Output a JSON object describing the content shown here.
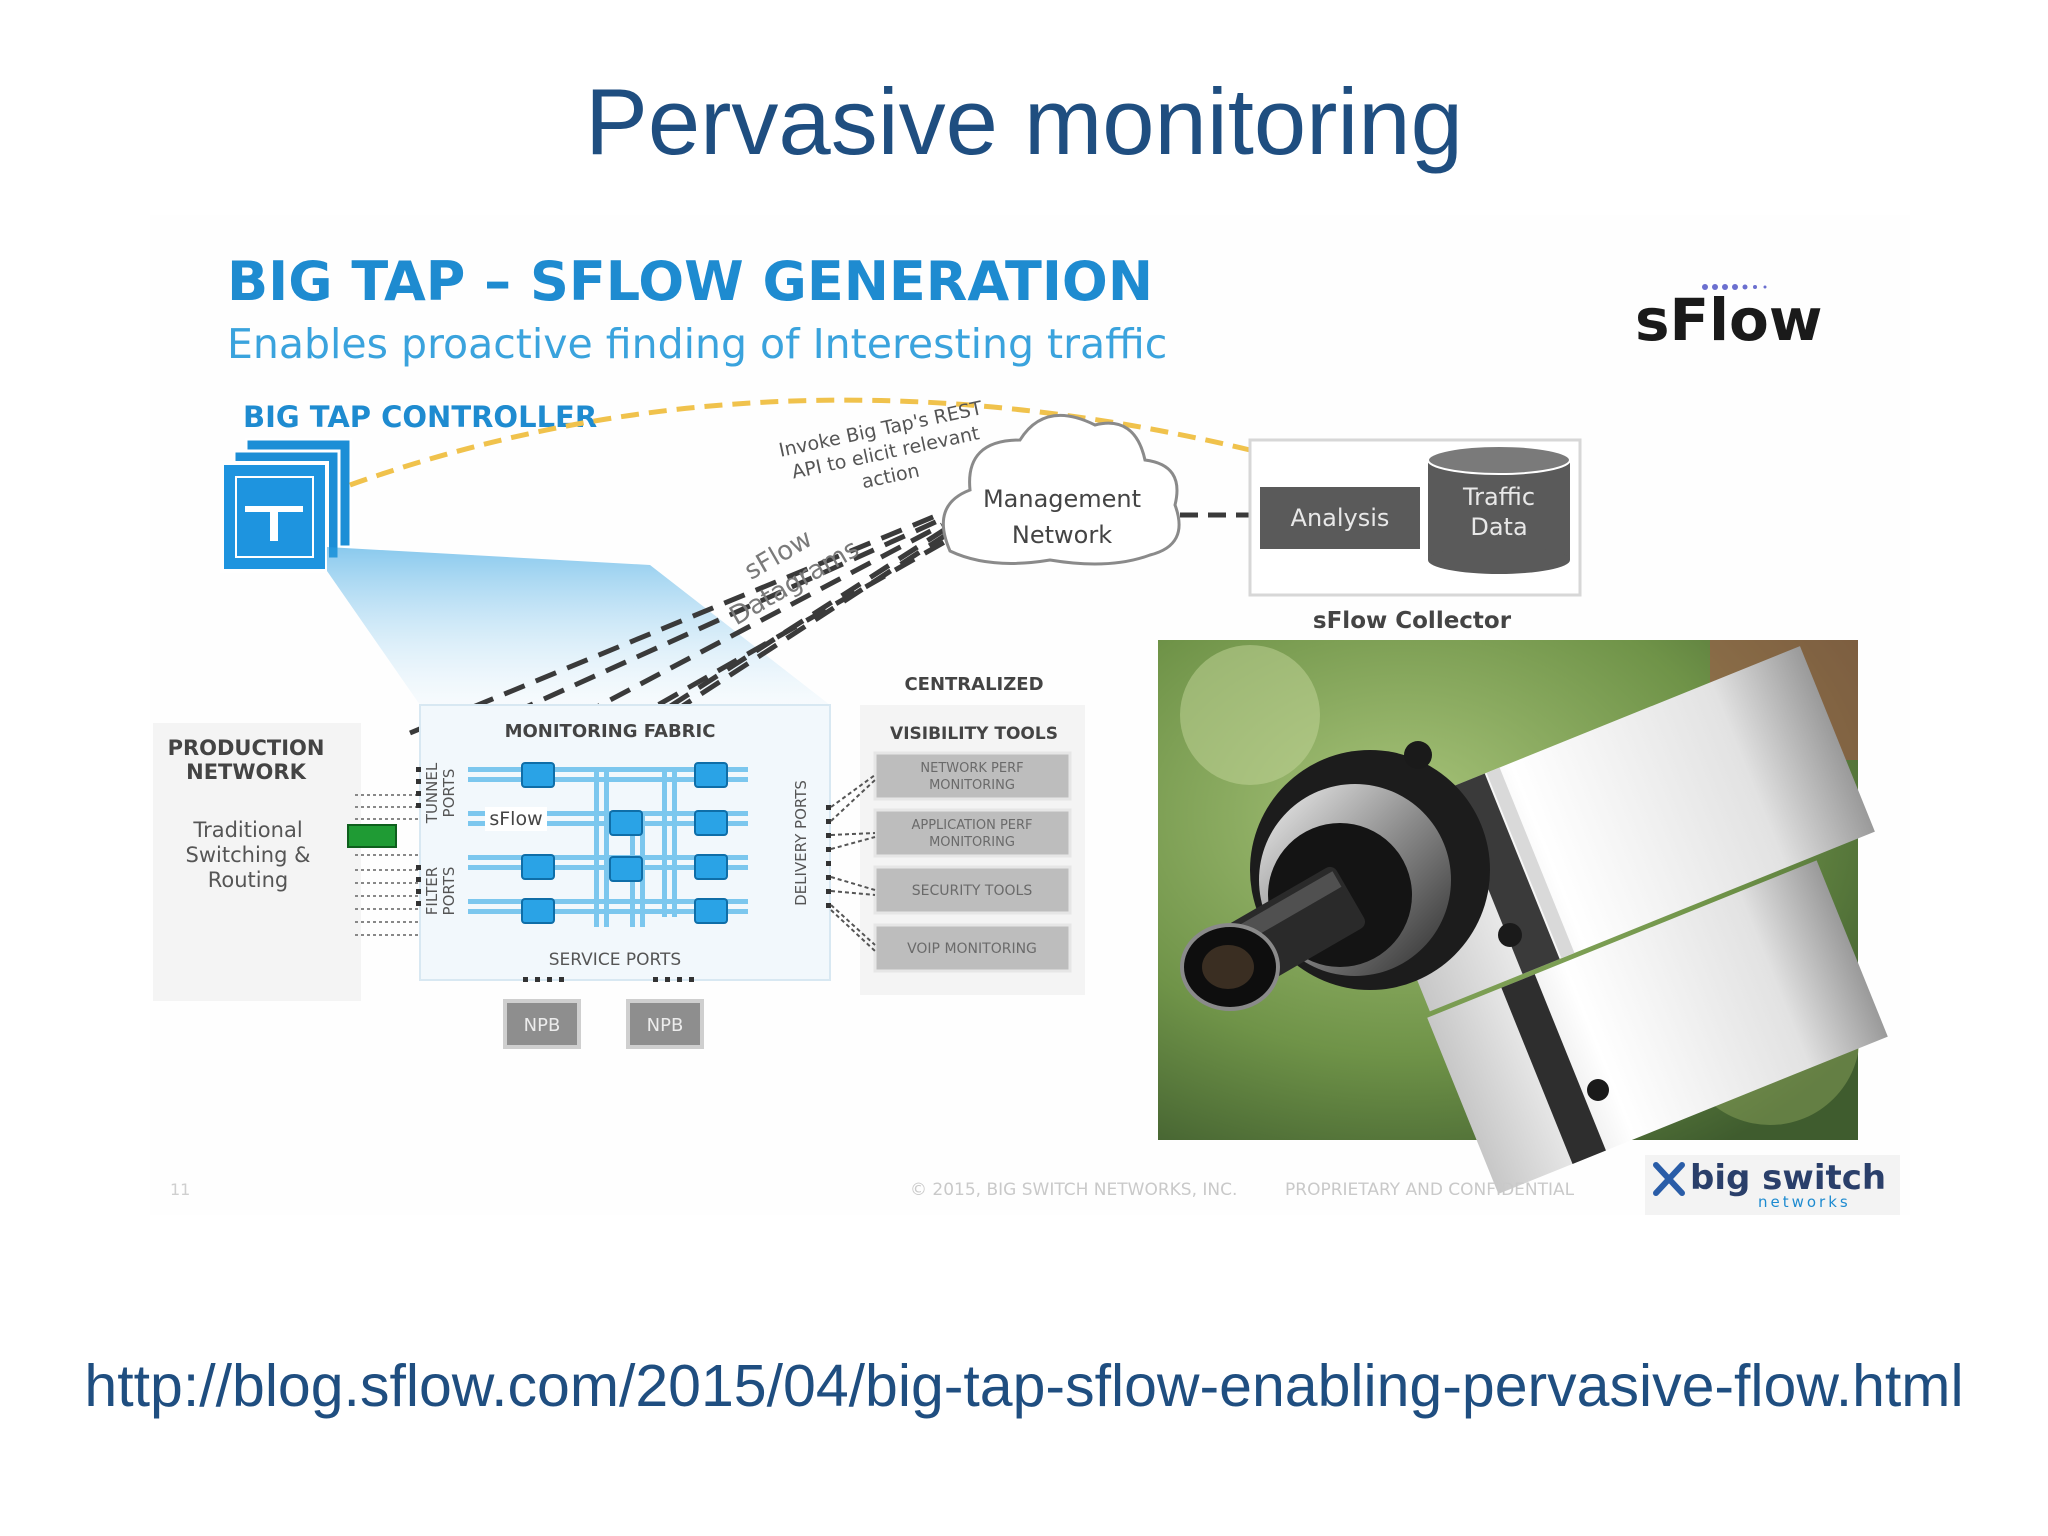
{
  "slide": {
    "title": "Pervasive monitoring",
    "url": "http://blog.sflow.com/2015/04/big-tap-sflow-enabling-pervasive-flow.html"
  },
  "diagram": {
    "heading": "BIG TAP – SFLOW GENERATION",
    "subheading": "Enables proactive finding of Interesting traffic",
    "sflow_logo": "sFlow",
    "controller_label": "BIG TAP CONTROLLER",
    "rest_note": [
      "Invoke Big Tap's REST",
      "API to elicit relevant",
      "action"
    ],
    "datagrams_label": [
      "sFlow",
      "Datagrams"
    ],
    "management_network": [
      "Management",
      "Network"
    ],
    "analysis": "Analysis",
    "traffic_data": [
      "Traffic",
      "Data"
    ],
    "collector_label": "sFlow Collector",
    "production_network": [
      "PRODUCTION",
      "NETWORK"
    ],
    "traditional": [
      "Traditional",
      "Switching &",
      "Routing"
    ],
    "monitoring_fabric": "MONITORING FABRIC",
    "tunnel_ports": [
      "TUNNEL",
      "PORTS"
    ],
    "filter_ports": [
      "FILTER",
      "PORTS"
    ],
    "delivery_ports": "DELIVERY PORTS",
    "service_ports": "SERVICE PORTS",
    "sflow_tag": "sFlow",
    "npb": [
      "NPB",
      "NPB"
    ],
    "centralized": "CENTRALIZED",
    "visibility_tools": "VISIBILITY TOOLS",
    "tools": [
      [
        "NETWORK PERF",
        "MONITORING"
      ],
      [
        "APPLICATION PERF",
        "MONITORING"
      ],
      [
        "SECURITY TOOLS"
      ],
      [
        "VOIP MONITORING"
      ]
    ],
    "page_number": "11",
    "copyright": "© 2015, BIG SWITCH NETWORKS, INC.",
    "confidential": "PROPRIETARY AND CONFIDENTIAL",
    "vendor_logo": [
      "big switch",
      "networks"
    ]
  },
  "colors": {
    "title_blue": "#1f4e80",
    "heading_blue": "#1e8bd0",
    "fabric_blue": "#2a9ee0",
    "dashed_yellow": "#f0c24c",
    "gray_box": "#5a5a5a"
  }
}
